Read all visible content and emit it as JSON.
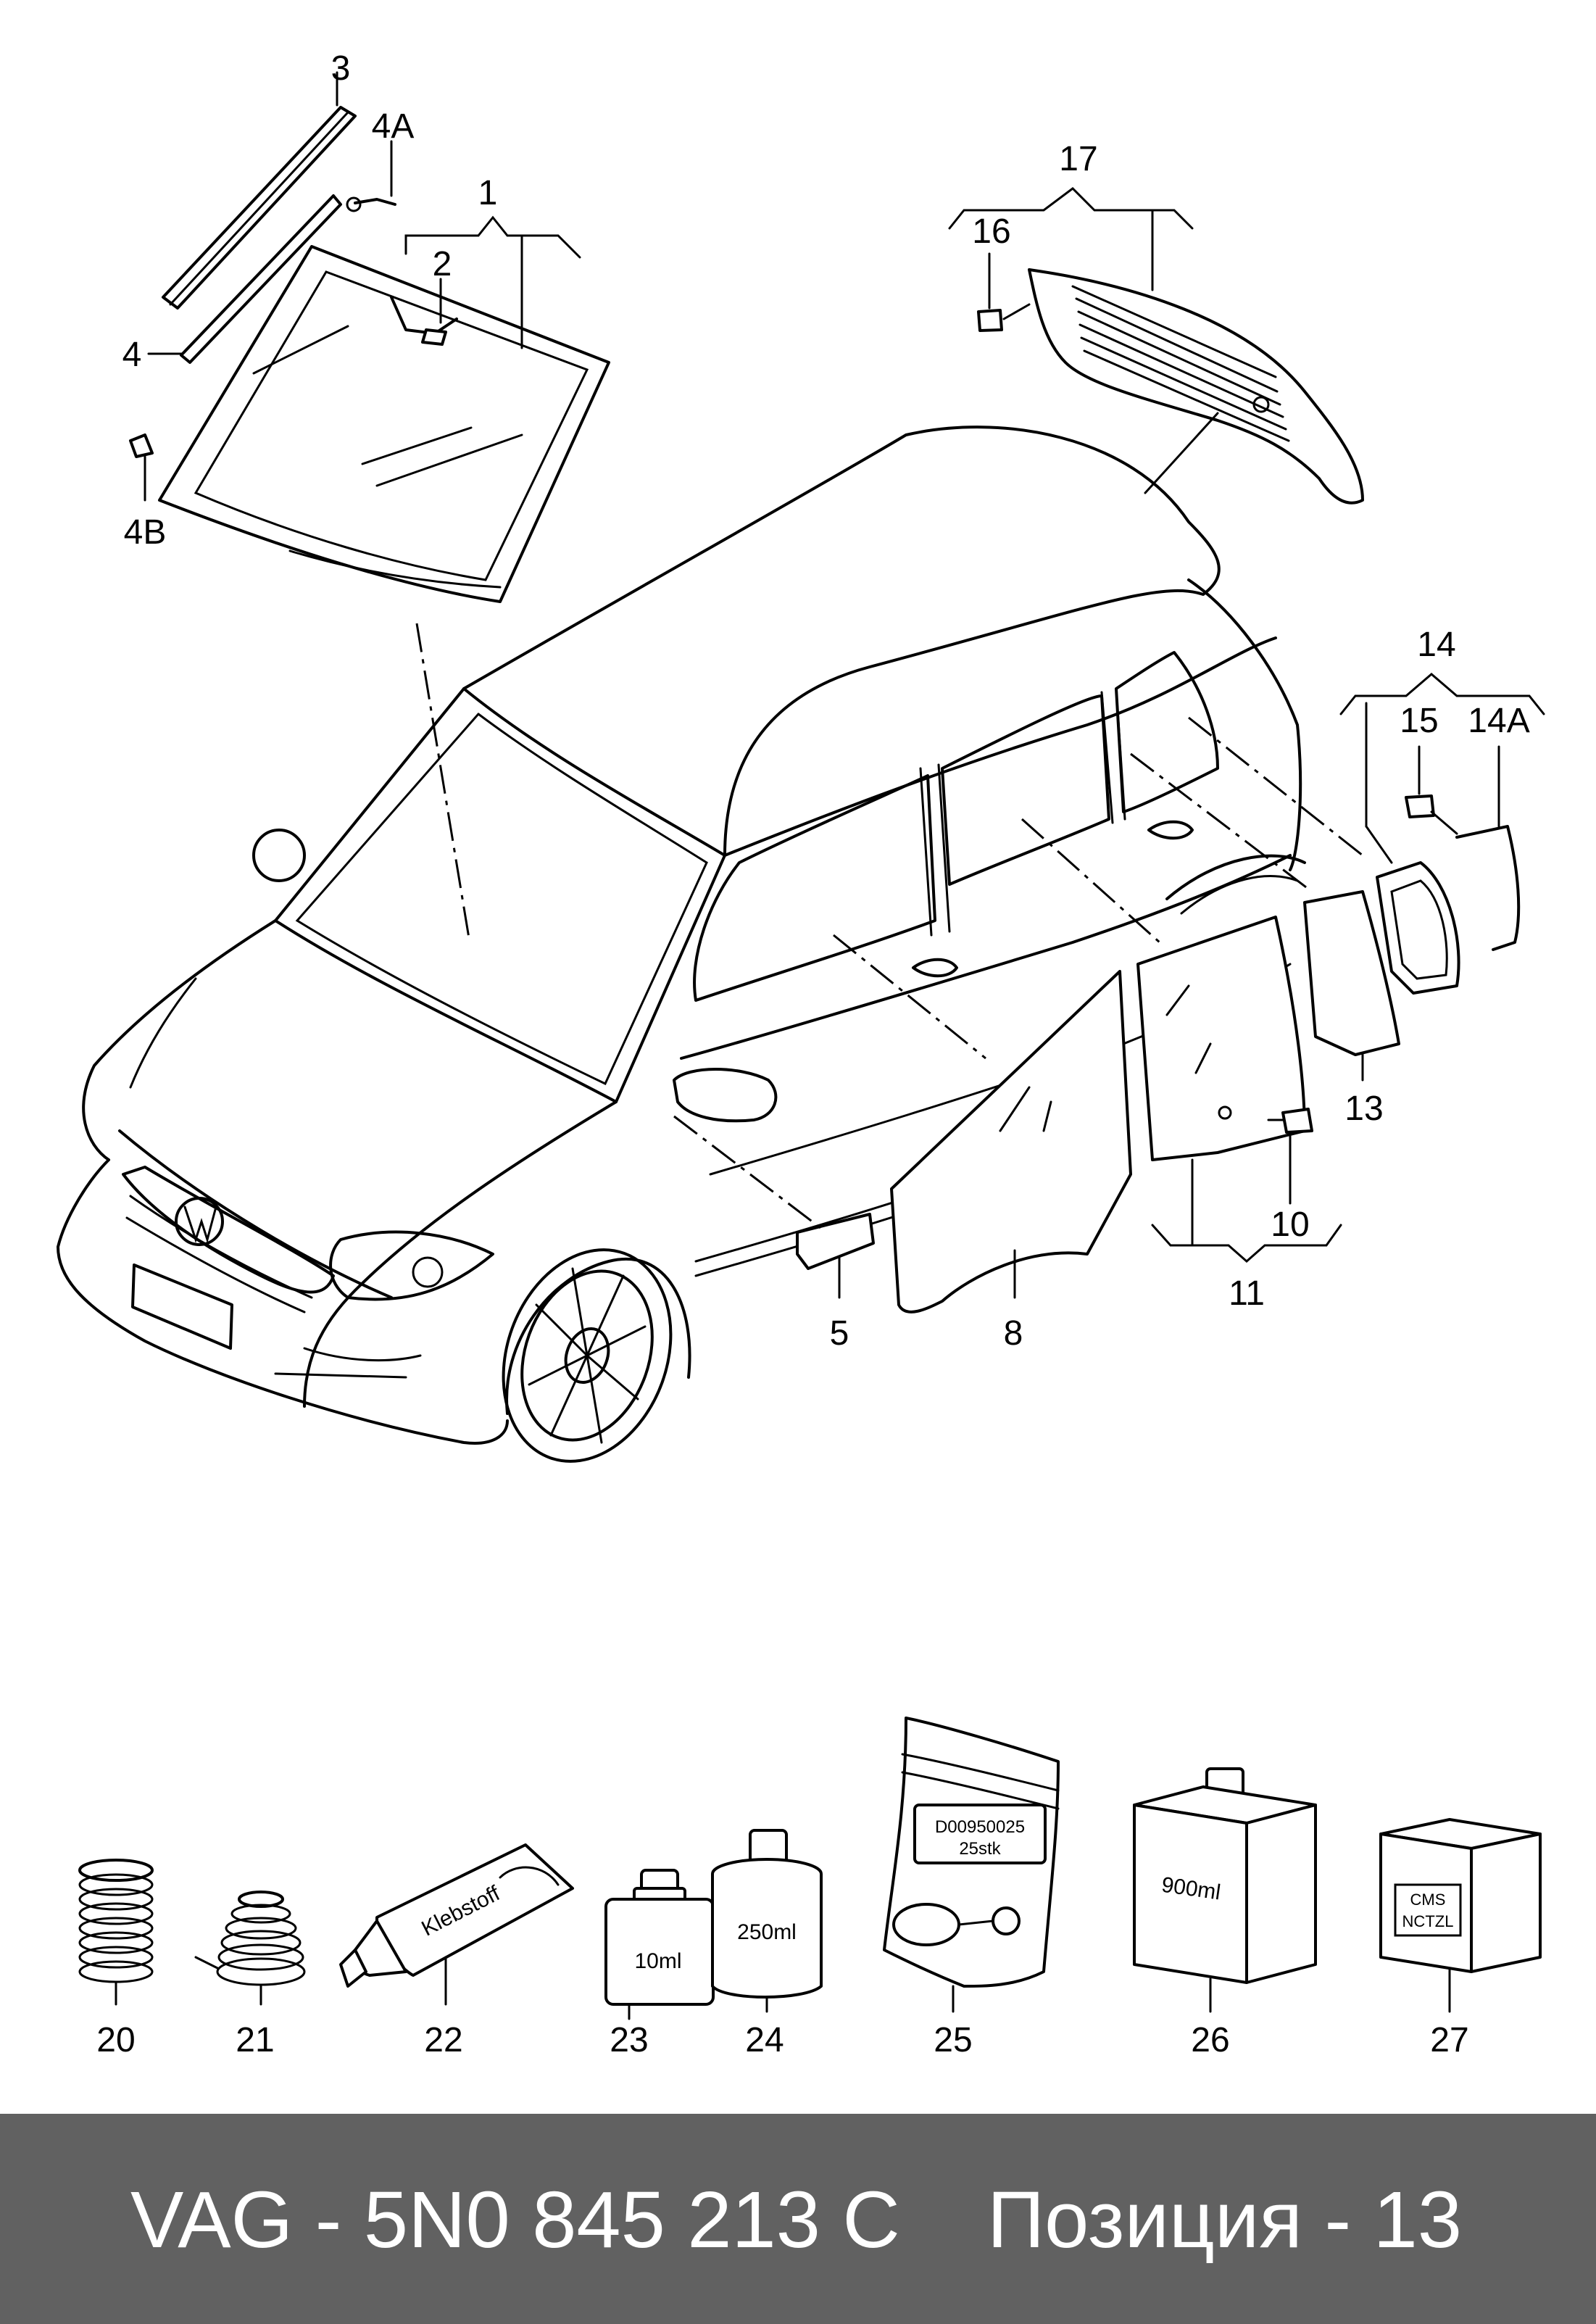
{
  "callouts": [
    {
      "id": "c1",
      "label": "1"
    },
    {
      "id": "c2",
      "label": "2"
    },
    {
      "id": "c3",
      "label": "3"
    },
    {
      "id": "c4",
      "label": "4"
    },
    {
      "id": "c4a",
      "label": "4A"
    },
    {
      "id": "c4b",
      "label": "4B"
    },
    {
      "id": "c5",
      "label": "5"
    },
    {
      "id": "c8",
      "label": "8"
    },
    {
      "id": "c10",
      "label": "10"
    },
    {
      "id": "c11",
      "label": "11"
    },
    {
      "id": "c13",
      "label": "13"
    },
    {
      "id": "c14",
      "label": "14"
    },
    {
      "id": "c14a",
      "label": "14A"
    },
    {
      "id": "c15",
      "label": "15"
    },
    {
      "id": "c16",
      "label": "16"
    },
    {
      "id": "c17",
      "label": "17"
    },
    {
      "id": "c20",
      "label": "20"
    },
    {
      "id": "c21",
      "label": "21"
    },
    {
      "id": "c22",
      "label": "22"
    },
    {
      "id": "c23",
      "label": "23"
    },
    {
      "id": "c24",
      "label": "24"
    },
    {
      "id": "c25",
      "label": "25"
    },
    {
      "id": "c26",
      "label": "26"
    },
    {
      "id": "c27",
      "label": "27"
    }
  ],
  "package_labels": {
    "tube": "Klebstoff",
    "bottle_small": "10ml",
    "can": "250ml",
    "bag_code": "D00950025",
    "bag_qty": "25stk",
    "canister": "900ml",
    "box_line1": "CMS",
    "box_line2": "NCTZL"
  },
  "footer": {
    "part_number": "VAG - 5N0 845 213 C",
    "position": "Позиция - 13"
  },
  "colors": {
    "footer_bg": "#616161",
    "footer_text": "#ffffff",
    "line": "#000000"
  }
}
